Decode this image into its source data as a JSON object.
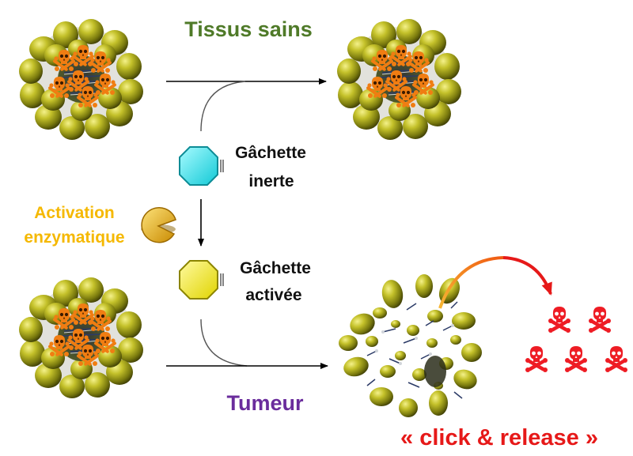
{
  "labels": {
    "healthy_tissue": "Tissus sains",
    "trigger_inert_line1": "Gâchette",
    "trigger_inert_line2": "inerte",
    "enzymatic_line1": "Activation",
    "enzymatic_line2": "enzymatique",
    "trigger_active_line1": "Gâchette",
    "trigger_active_line2": "activée",
    "tumor": "Tumeur",
    "click_release": "« click & release »"
  },
  "colors": {
    "healthy_green": "#4f7a28",
    "enzymatic_orange": "#f5b800",
    "tumor_purple": "#6a2c9c",
    "click_red": "#e61919",
    "micelle_olive": "#a8a51c",
    "drug_orange": "#f07d12",
    "inert_trigger_cyan": "#2fe6ee",
    "active_trigger_yellow": "#f5ea12",
    "released_drug_red": "#ee1c24"
  },
  "icons": {
    "micelle": "micelle-icon",
    "drug": "skull-crossbones-icon",
    "inert_trigger": "cyclooctyne-inert-icon",
    "active_trigger": "cyclooctyne-active-icon",
    "enzyme": "pacman-enzyme-icon",
    "burst": "disassembled-micelle-icon"
  }
}
